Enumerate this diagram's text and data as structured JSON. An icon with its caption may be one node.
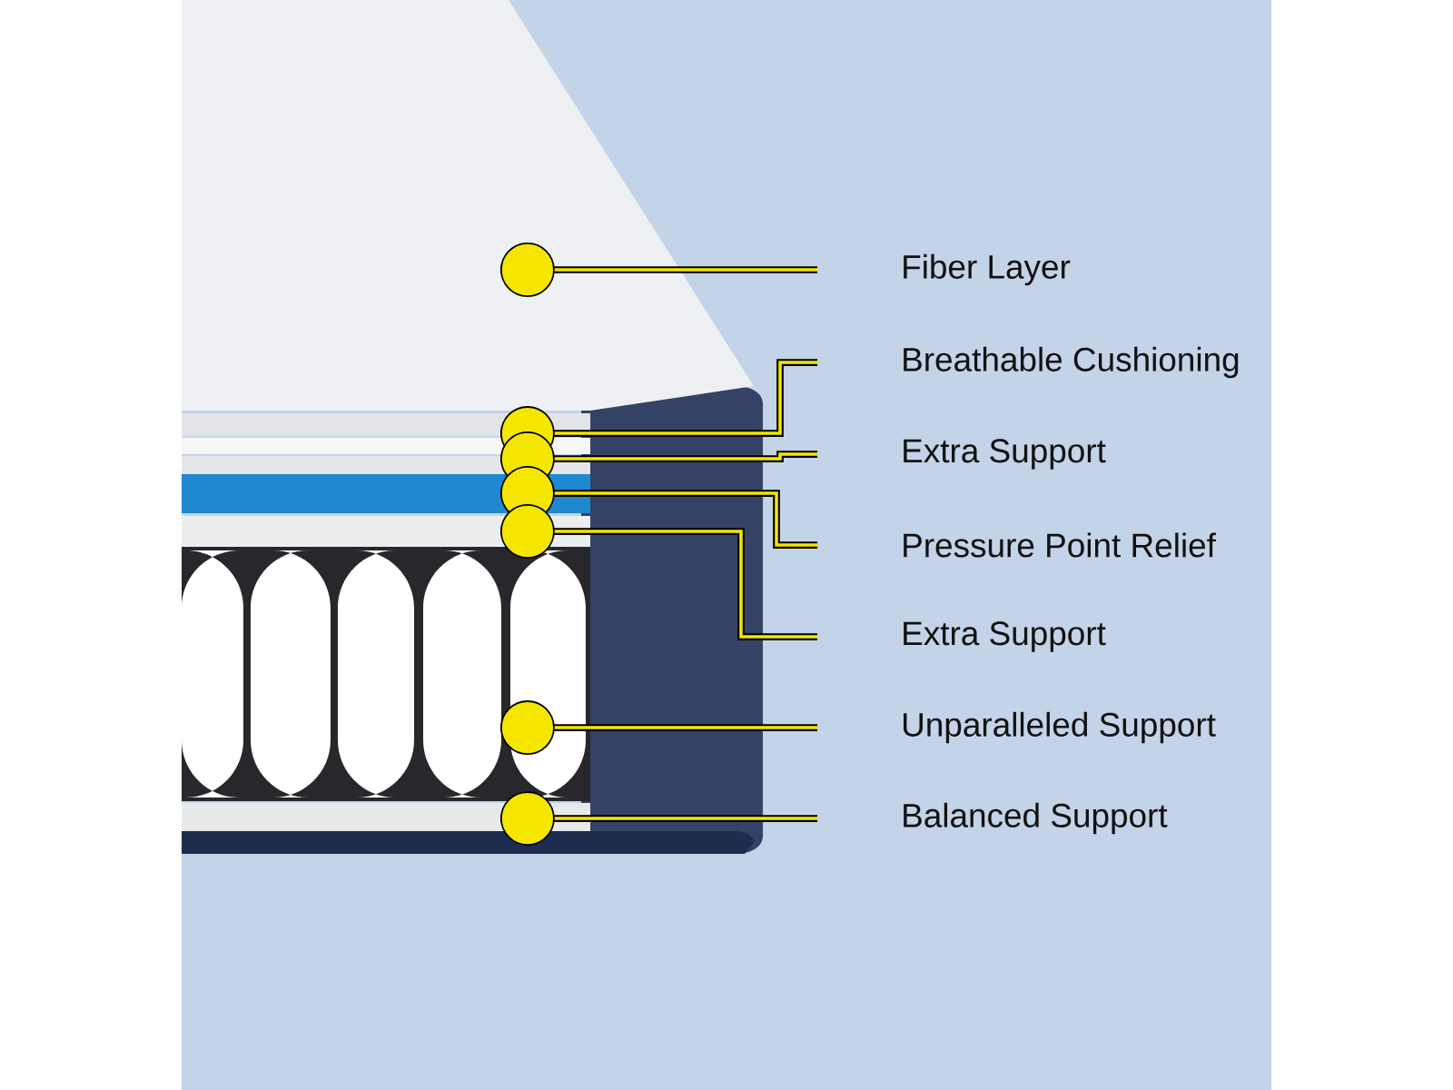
{
  "diagram": {
    "nodes": [
      {
        "text": [
          "Fiber Layer"
        ]
      },
      {
        "text": [
          "Breathable Cushioning"
        ]
      },
      {
        "text": [
          "Extra Support"
        ]
      },
      {
        "text": [
          "Pressure Point Relief"
        ]
      },
      {
        "text": [
          "Extra Support"
        ]
      },
      {
        "text": [
          "Unparalleled Support"
        ]
      },
      {
        "text": [
          "Balanced Support"
        ]
      }
    ],
    "edges": [
      {
        "from": 0,
        "to": null,
        "arrow": "other"
      },
      {
        "from": 1,
        "to": null,
        "arrow": "other"
      },
      {
        "from": 2,
        "to": null,
        "arrow": "other"
      },
      {
        "from": 3,
        "to": null,
        "arrow": "other"
      },
      {
        "from": 4,
        "to": null,
        "arrow": "other"
      },
      {
        "from": 5,
        "to": null,
        "arrow": "other"
      },
      {
        "from": 6,
        "to": null,
        "arrow": "other"
      }
    ]
  }
}
